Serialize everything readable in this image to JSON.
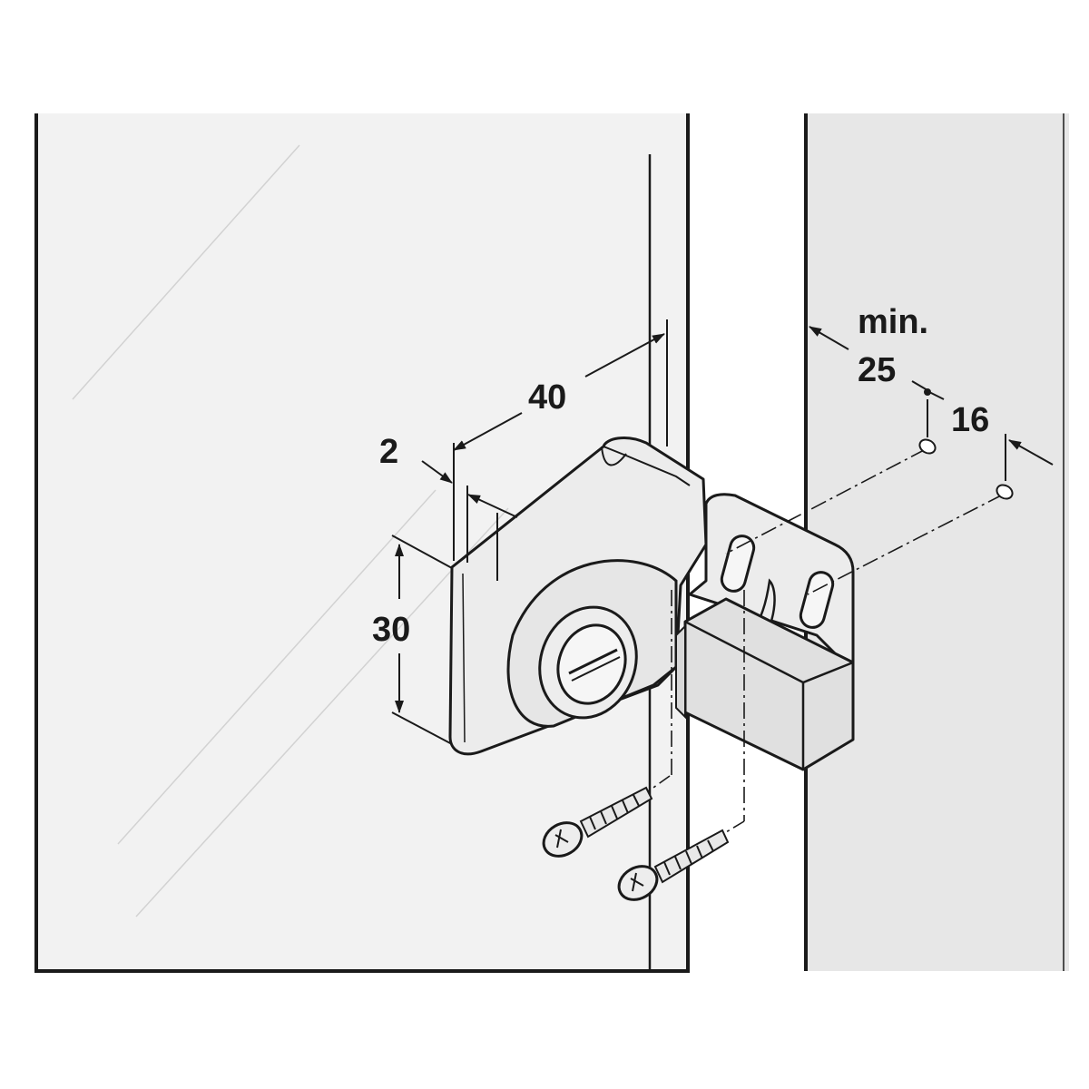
{
  "dimensions": {
    "width_40": "40",
    "thickness_2": "2",
    "height_30": "30",
    "min_label": "min.",
    "min_value": "25",
    "edge_16": "16"
  },
  "colors": {
    "glass_panel": "#f2f2f2",
    "cabinet_side": "#e7e7e7",
    "hardware": "#ececec",
    "outline": "#1a1a1a"
  },
  "icons": [
    "glass-door-panel",
    "cabinet-side-panel",
    "hinge-cup-icon",
    "mounting-plate-icon",
    "screw-icon"
  ]
}
